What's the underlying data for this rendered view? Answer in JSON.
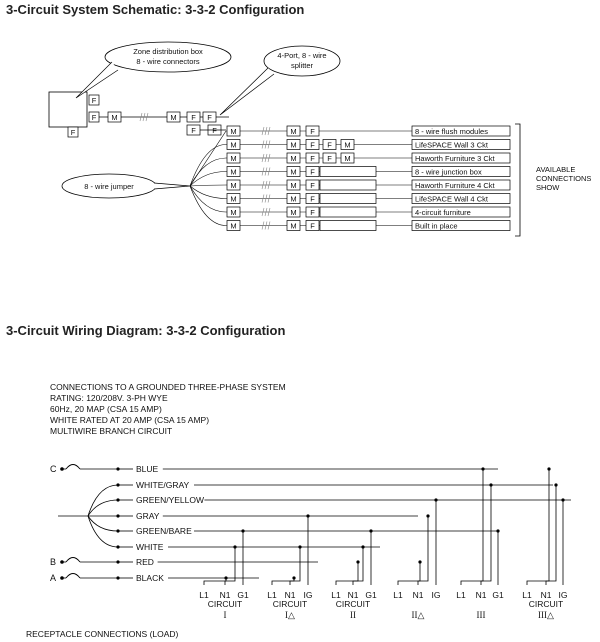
{
  "titles": {
    "schematic": "3-Circuit System Schematic: 3-3-2 Configuration",
    "wiring": "3-Circuit Wiring Diagram: 3-3-2 Configuration"
  },
  "schematic": {
    "callout_zone_box": [
      "Zone distribution box",
      "8 - wire connectors"
    ],
    "callout_splitter": [
      "4-Port, 8 - wire",
      "splitter"
    ],
    "callout_jumper": "8 - wire jumper",
    "box_letters": {
      "F": "F",
      "M": "M"
    },
    "rows": [
      {
        "label": "8 - wire flush modules",
        "pattern": "F"
      },
      {
        "label": "LifeSPACE Wall 3 Ckt",
        "pattern": "FFM"
      },
      {
        "label": "Haworth Furniture 3 Ckt",
        "pattern": "FFM"
      },
      {
        "label": "8 - wire junction box",
        "pattern": "FB"
      },
      {
        "label": "Haworth Furniture 4 Ckt",
        "pattern": "FB"
      },
      {
        "label": "LifeSPACE Wall 4 Ckt",
        "pattern": "FB"
      },
      {
        "label": "4-circuit furniture",
        "pattern": "FB"
      },
      {
        "label": "Built in place",
        "pattern": "FB"
      }
    ],
    "available": [
      "AVAILABLE",
      "CONNECTIONS",
      "SHOW"
    ]
  },
  "wiring": {
    "notes": [
      "CONNECTIONS TO A GROUNDED THREE-PHASE SYSTEM",
      "RATING: 120/208V. 3-PH WYE",
      "60Hz, 20 MAP (CSA 15 AMP)",
      "WHITE RATED AT 20 AMP (CSA 15 AMP)",
      "MULTIWIRE BRANCH CIRCUIT"
    ],
    "wires": [
      "BLUE",
      "WHITE/GRAY",
      "GREEN/YELLOW",
      "GRAY",
      "GREEN/BARE",
      "WHITE",
      "RED",
      "BLACK"
    ],
    "phases": [
      "C",
      "B",
      "A"
    ],
    "circuits": [
      {
        "terms": [
          "L1",
          "N1",
          "G1"
        ],
        "label": "CIRCUIT",
        "num": "I"
      },
      {
        "terms": [
          "L1",
          "N1",
          "IG"
        ],
        "label": "CIRCUIT",
        "num": "I△"
      },
      {
        "terms": [
          "L1",
          "N1",
          "G1"
        ],
        "label": "CIRCUIT",
        "num": "II"
      },
      {
        "terms": [
          "L1",
          "N1",
          "IG"
        ],
        "label": "",
        "num": "II△"
      },
      {
        "terms": [
          "L1",
          "N1",
          "G1"
        ],
        "label": "",
        "num": "III"
      },
      {
        "terms": [
          "L1",
          "N1",
          "IG"
        ],
        "label": "CIRCUIT",
        "num": "III△"
      }
    ],
    "footer": "RECEPTACLE CONNECTIONS (LOAD)"
  }
}
